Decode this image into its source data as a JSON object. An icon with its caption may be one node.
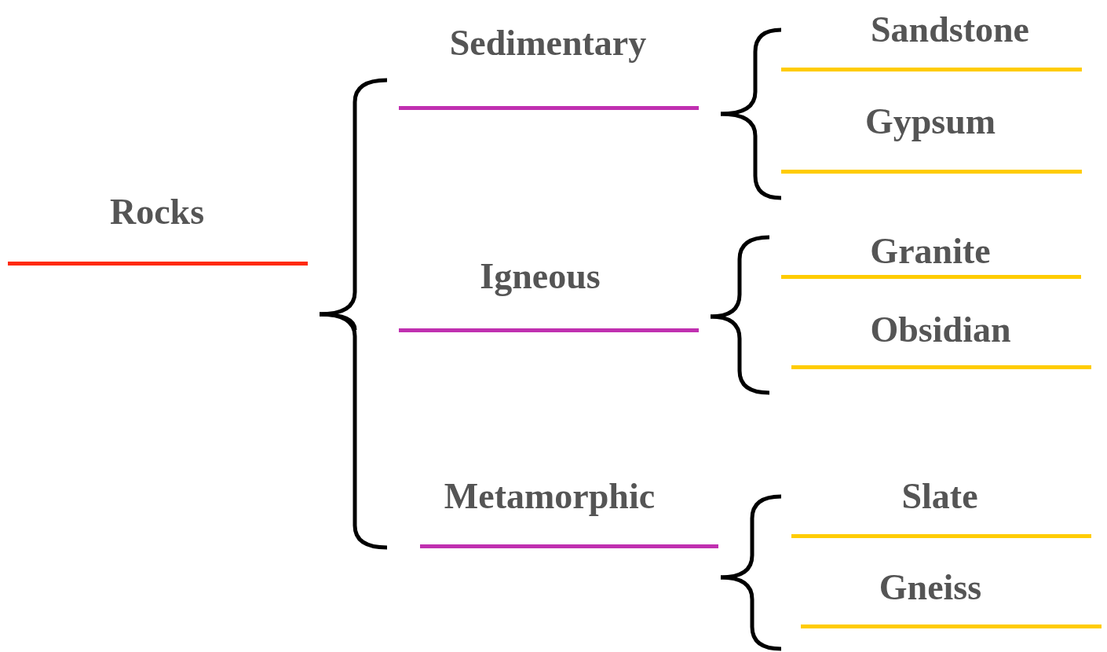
{
  "diagram": {
    "nodes": [
      {
        "text": [
          "Rocks"
        ]
      },
      {
        "text": [
          "Sedimentary"
        ]
      },
      {
        "text": [
          "Igneous"
        ]
      },
      {
        "text": [
          "Metamorphic"
        ]
      },
      {
        "text": [
          "Sandstone"
        ]
      },
      {
        "text": [
          "Gypsum"
        ]
      },
      {
        "text": [
          "Granite"
        ]
      },
      {
        "text": [
          "Obsidian"
        ]
      },
      {
        "text": [
          "Slate"
        ]
      },
      {
        "text": [
          "Gneiss"
        ]
      }
    ],
    "edges": [
      {
        "from": 0,
        "to": 1,
        "arrow": "none"
      },
      {
        "from": 0,
        "to": 2,
        "arrow": "none"
      },
      {
        "from": 0,
        "to": 3,
        "arrow": "none"
      },
      {
        "from": 1,
        "to": 4,
        "arrow": "none"
      },
      {
        "from": 1,
        "to": 5,
        "arrow": "none"
      },
      {
        "from": 2,
        "to": 6,
        "arrow": "none"
      },
      {
        "from": 2,
        "to": 7,
        "arrow": "none"
      },
      {
        "from": 3,
        "to": 8,
        "arrow": "none"
      },
      {
        "from": 3,
        "to": 9,
        "arrow": "none"
      }
    ]
  }
}
